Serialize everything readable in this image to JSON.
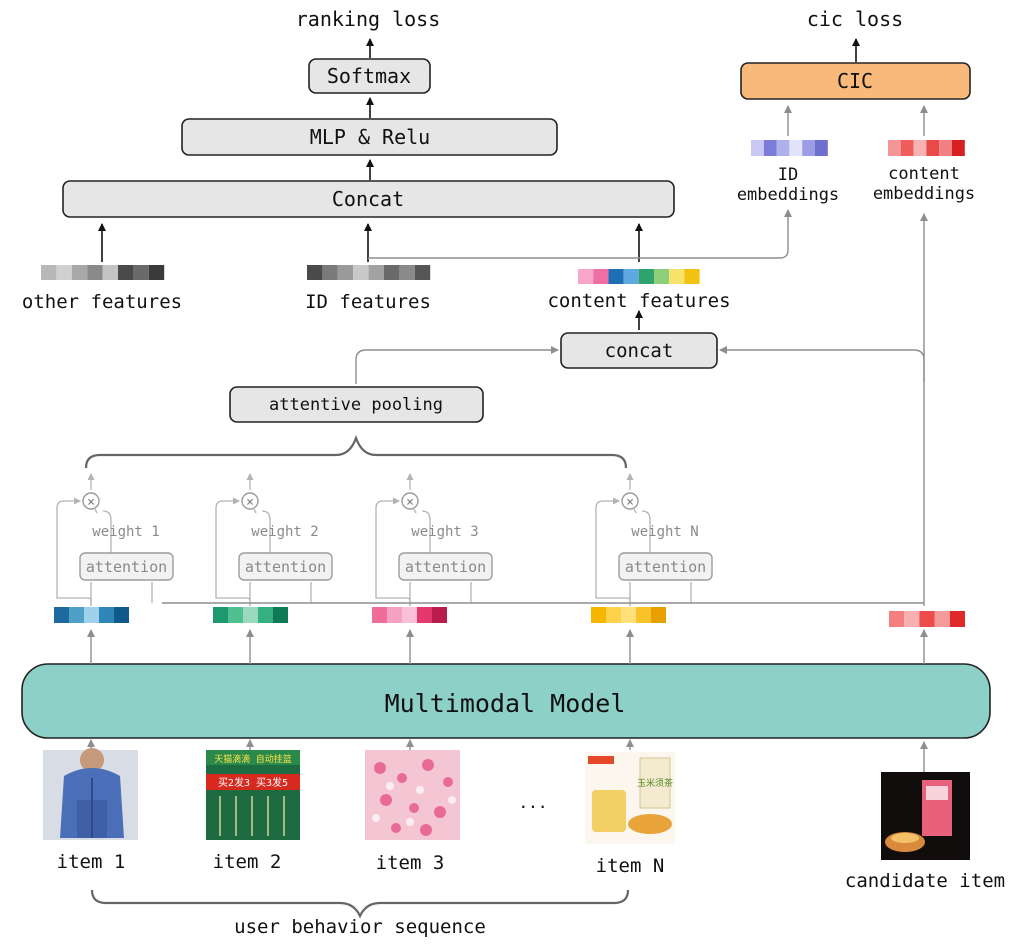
{
  "labels": {
    "ranking_loss": "ranking loss",
    "softmax": "Softmax",
    "mlp": "MLP & Relu",
    "concat_top": "Concat",
    "other_features": "other features",
    "id_features": "ID features",
    "content_features": "content features",
    "concat_mid": "concat",
    "attentive_pooling": "attentive pooling",
    "cic_loss": "cic loss",
    "cic": "CIC",
    "id_embeddings_1": "ID",
    "id_embeddings_2": "embeddings",
    "content_embeddings_1": "content",
    "content_embeddings_2": "embeddings",
    "multimodal_model": "Multimodal Model",
    "ellipsis": "...",
    "candidate_item": "candidate item",
    "user_behavior_sequence": "user behavior sequence"
  },
  "branches": [
    {
      "weight": "weight 1",
      "attention": "attention",
      "item": "item 1"
    },
    {
      "weight": "weight 2",
      "attention": "attention",
      "item": "item 2"
    },
    {
      "weight": "weight 3",
      "attention": "attention",
      "item": "item 3"
    },
    {
      "weight": "weight N",
      "attention": "attention",
      "item": "item N"
    }
  ],
  "thumb_text": {
    "item2_row1": "天猫滴滴 自动挂篮",
    "item2_row2": "买2发3 买3发5",
    "itemN_label": "玉米须茶"
  },
  "colors": {
    "model_fill": "#8dd0c7",
    "cic_fill": "#f8b97a",
    "other_features": [
      "#b8b8b8",
      "#d0d0d0",
      "#a8a8a8",
      "#8a8a8a",
      "#c4c4c4",
      "#4a4a4a",
      "#6a6a6a",
      "#3a3a3a"
    ],
    "id_features": [
      "#4a4a4a",
      "#7a7a7a",
      "#9a9a9a",
      "#c8c8c8",
      "#a2a2a2",
      "#6a6a6a",
      "#8a8a8a",
      "#555555"
    ],
    "content_features": [
      "#f7a6c9",
      "#ef6fa4",
      "#1f6fb5",
      "#5fa8e0",
      "#2ea36b",
      "#8ed07a",
      "#f7e36a",
      "#f2c210"
    ],
    "id_embeddings": [
      "#c9c9f3",
      "#7b7bd8",
      "#b0b0ea",
      "#e2e2fa",
      "#9d9de6",
      "#6f6fcf"
    ],
    "content_embeddings": [
      "#f49696",
      "#ee5c5c",
      "#f7b2b2",
      "#e84a4a",
      "#f38080",
      "#d91f1f"
    ],
    "item_vectors": [
      [
        "#1c6aa0",
        "#4f9fc7",
        "#9fd1ea",
        "#2f86b8",
        "#0e5b8b"
      ],
      [
        "#1c9a6e",
        "#4fc08f",
        "#9ad9bc",
        "#36b07f",
        "#0f7a55"
      ],
      [
        "#f06d9b",
        "#f7a1c2",
        "#f9c1d6",
        "#e5396e",
        "#b81d4e"
      ],
      [
        "#f7b500",
        "#ffd24a",
        "#ffe07a",
        "#f9c12a",
        "#e8a000"
      ]
    ],
    "candidate_vector": [
      "#f57f7f",
      "#f9b0b0",
      "#ee4b4b",
      "#f39a9a",
      "#e02a2a"
    ]
  }
}
